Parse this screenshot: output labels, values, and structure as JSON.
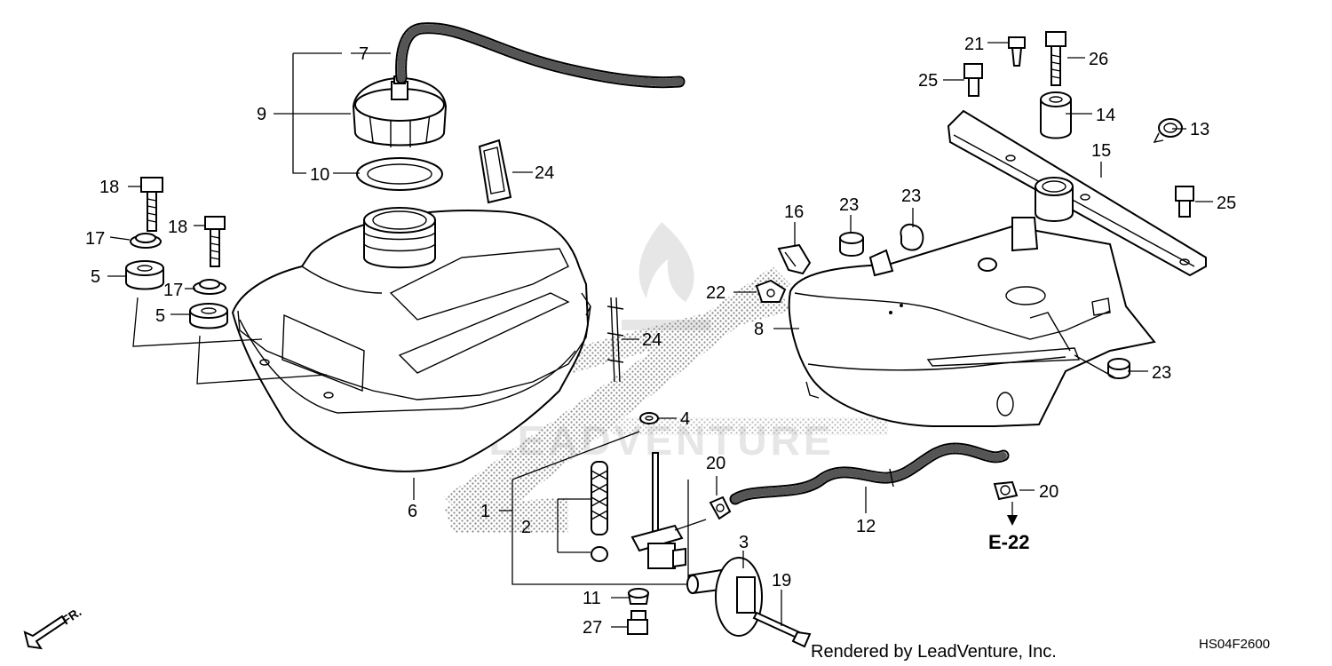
{
  "labels": {
    "p1": "1",
    "p2": "2",
    "p3": "3",
    "p4": "4",
    "p5a": "5",
    "p5b": "5",
    "p6": "6",
    "p7": "7",
    "p8": "8",
    "p9": "9",
    "p10": "10",
    "p11": "11",
    "p12": "12",
    "p13": "13",
    "p14": "14",
    "p15": "15",
    "p16": "16",
    "p17a": "17",
    "p17b": "17",
    "p18a": "18",
    "p18b": "18",
    "p19": "19",
    "p20a": "20",
    "p20b": "20",
    "p21": "21",
    "p22": "22",
    "p23a": "23",
    "p23b": "23",
    "p23c": "23",
    "p24a": "24",
    "p24b": "24",
    "p25a": "25",
    "p25b": "25",
    "p26": "26",
    "p27": "27"
  },
  "reference": "E-22",
  "direction": "FR.",
  "footer": {
    "credit": "Rendered by LeadVenture, Inc.",
    "code": "HS04F2600"
  },
  "watermark": "LEADVENTURE"
}
